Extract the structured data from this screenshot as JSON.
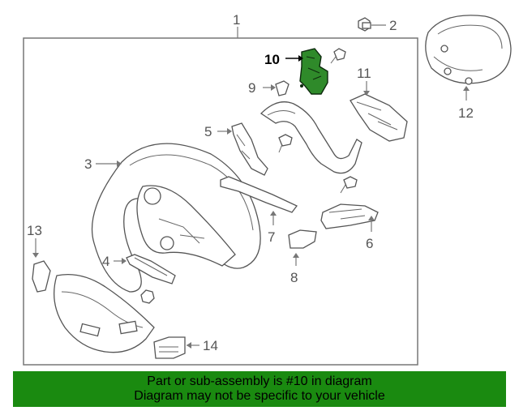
{
  "callouts": [
    {
      "id": "1",
      "text": "1"
    },
    {
      "id": "2",
      "text": "2"
    },
    {
      "id": "3",
      "text": "3"
    },
    {
      "id": "4",
      "text": "4"
    },
    {
      "id": "5",
      "text": "5"
    },
    {
      "id": "6",
      "text": "6"
    },
    {
      "id": "7",
      "text": "7"
    },
    {
      "id": "8",
      "text": "8"
    },
    {
      "id": "9",
      "text": "9"
    },
    {
      "id": "10",
      "text": "10"
    },
    {
      "id": "11",
      "text": "11"
    },
    {
      "id": "12",
      "text": "12"
    },
    {
      "id": "13",
      "text": "13"
    },
    {
      "id": "14",
      "text": "14"
    }
  ],
  "highlighted_part": "10",
  "highlight_color": "#2f8a2a",
  "banner": {
    "line1": "Part or sub-assembly is #10 in diagram",
    "line2": "Diagram may not be specific to your vehicle",
    "color": "#1a8a10"
  }
}
